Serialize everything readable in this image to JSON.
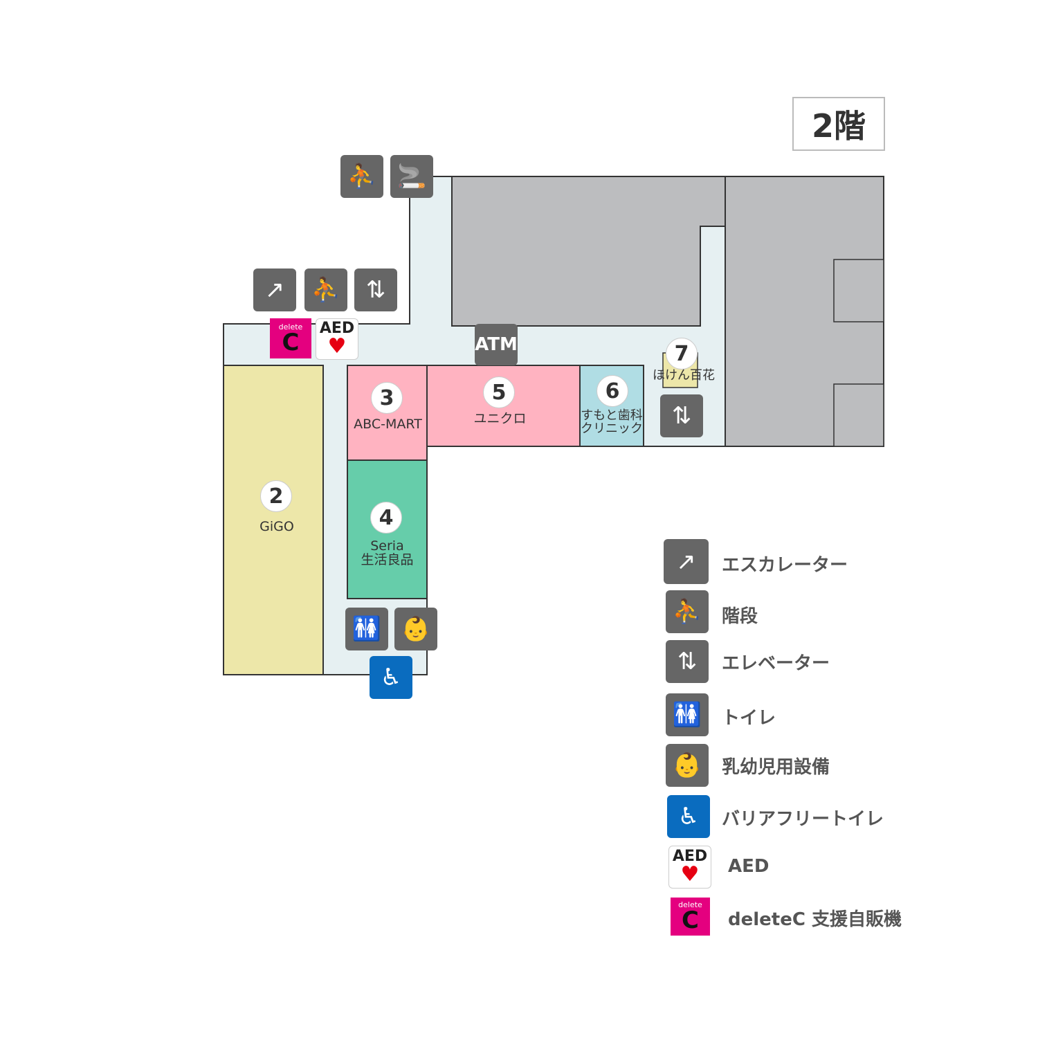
{
  "floor_title": "2階",
  "atm_label": "ATM",
  "shops": [
    {
      "number": "2",
      "name": "GiGO",
      "color": "#ede7a9"
    },
    {
      "number": "3",
      "name": "ABC-MART",
      "color": "#ffb3c1"
    },
    {
      "number": "4",
      "name": "Seria\n生活良品",
      "color": "#66cdaa"
    },
    {
      "number": "5",
      "name": "ユニクロ",
      "color": "#ffb3c1"
    },
    {
      "number": "6",
      "name": "すもと歯科\nクリニック",
      "color": "#b0dde4"
    },
    {
      "number": "7",
      "name": "ほけん百花",
      "color": "#ede7a9"
    }
  ],
  "map_icons": [
    "stairs-icon",
    "smoking-area-icon",
    "escalator-icon",
    "stairs-icon",
    "elevator-icon",
    "deletec-vending-icon",
    "aed-icon",
    "elevator-icon",
    "restroom-icon",
    "baby-care-icon",
    "accessible-restroom-icon"
  ],
  "legend": [
    {
      "icon": "escalator-icon",
      "label": "エスカレーター"
    },
    {
      "icon": "stairs-icon",
      "label": "階段"
    },
    {
      "icon": "elevator-icon",
      "label": "エレベーター"
    },
    {
      "icon": "restroom-icon",
      "label": "トイレ"
    },
    {
      "icon": "baby-care-icon",
      "label": "乳幼児用設備"
    },
    {
      "icon": "accessible-restroom-icon",
      "label": "バリアフリートイレ"
    },
    {
      "icon": "aed-icon",
      "label": "AED"
    },
    {
      "icon": "deletec-vending-icon",
      "label": "deleteC 支援自販機"
    }
  ],
  "icon_text": {
    "aed": "AED",
    "delete": "delete"
  },
  "colors": {
    "corridor": "#e6f0f2",
    "unavailable": "#bcbdbf",
    "icon_gray": "#666666",
    "accessible_blue": "#0a6cbf",
    "delete_pink": "#e4007f"
  }
}
